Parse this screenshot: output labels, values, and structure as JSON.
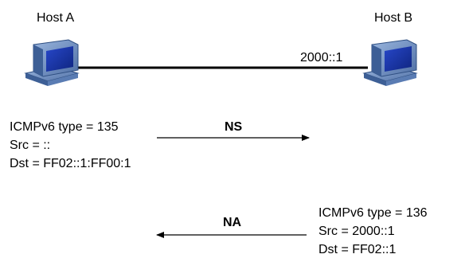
{
  "hosts": {
    "a": {
      "label": "Host A"
    },
    "b": {
      "label": "Host B",
      "address": "2000::1"
    }
  },
  "ns_message": {
    "label": "NS",
    "lines": [
      "ICMPv6 type = 135",
      "Src = ::",
      "Dst = FF02::1:FF00:1"
    ]
  },
  "na_message": {
    "label": "NA",
    "lines": [
      "ICMPv6 type = 136",
      "Src = 2000::1",
      "Dst = FF02::1"
    ]
  },
  "icons": {
    "host_a": "computer-icon",
    "host_b": "computer-icon"
  },
  "colors": {
    "monitor_frame": "#6a8fc0",
    "monitor_dark": "#2f4f82",
    "screen": "#1a3aa8",
    "line": "#000000"
  }
}
